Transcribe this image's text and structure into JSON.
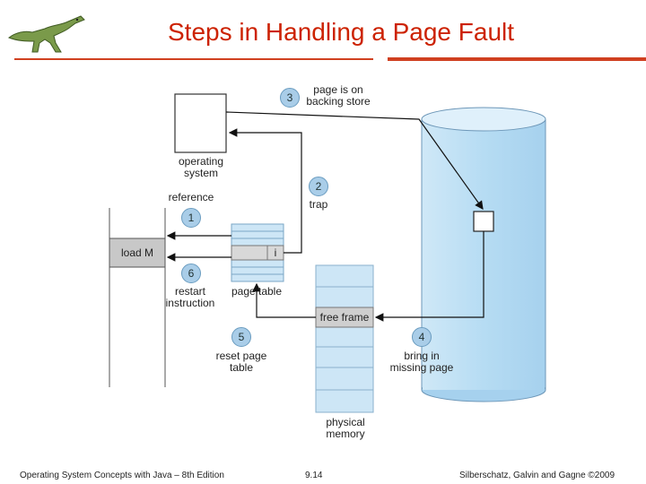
{
  "slide": {
    "title": "Steps in Handling a Page Fault",
    "accent_color": "#cc2200",
    "logo_icon": "dinosaur-icon"
  },
  "diagram": {
    "labels": {
      "page_on_store": "page is on backing store",
      "operating_system": "operating system",
      "reference": "reference",
      "trap": "trap",
      "load_m": "load M",
      "bit_i": "i",
      "restart": "restart instruction",
      "page_table": "page table",
      "free_frame": "free frame",
      "reset": "reset page table",
      "bring_in": "bring in missing page",
      "physical_memory": "physical memory"
    },
    "steps": [
      "1",
      "2",
      "3",
      "4",
      "5",
      "6"
    ]
  },
  "footer": {
    "left": "Operating System Concepts with Java – 8th Edition",
    "center": "9.14",
    "right": "Silberschatz, Galvin and Gagne ©2009"
  }
}
